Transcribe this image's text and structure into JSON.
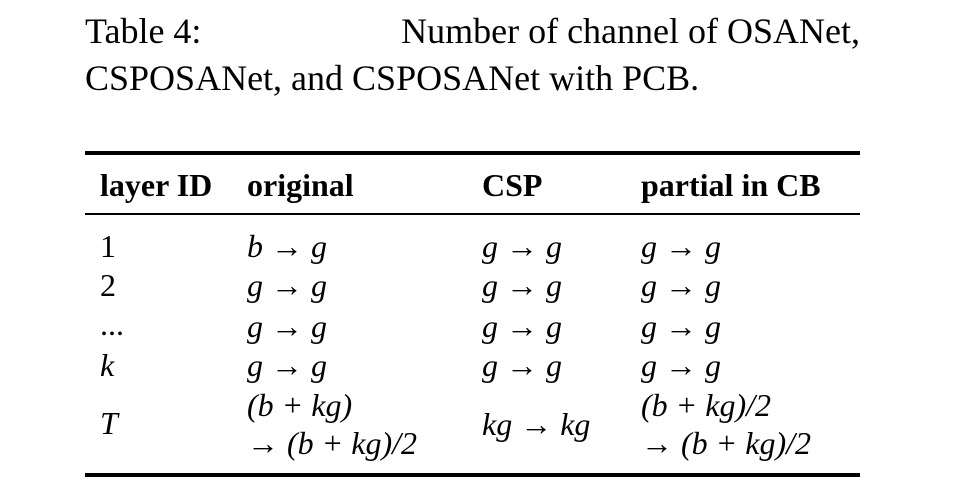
{
  "caption": {
    "label": "Table 4:",
    "text_line1": "Number of channel of OSANet,",
    "text_line2": "CSPOSANet, and CSPOSANet with PCB."
  },
  "table": {
    "headers": [
      "layer ID",
      "original",
      "CSP",
      "partial in CB"
    ],
    "rows": [
      {
        "id": "1",
        "original": "b → g",
        "csp": "g → g",
        "partial": "g → g"
      },
      {
        "id": "2",
        "original": "g → g",
        "csp": "g → g",
        "partial": "g → g"
      },
      {
        "id": "...",
        "original": "g → g",
        "csp": "g → g",
        "partial": "g → g"
      },
      {
        "id": "k",
        "original": "g → g",
        "csp": "g → g",
        "partial": "g → g"
      },
      {
        "id": "T",
        "original": "(b + kg)",
        "original_cont": "→ (b + kg)/2",
        "csp": "kg → kg",
        "partial": "(b + kg)/2",
        "partial_cont": "→ (b + kg)/2"
      }
    ]
  }
}
